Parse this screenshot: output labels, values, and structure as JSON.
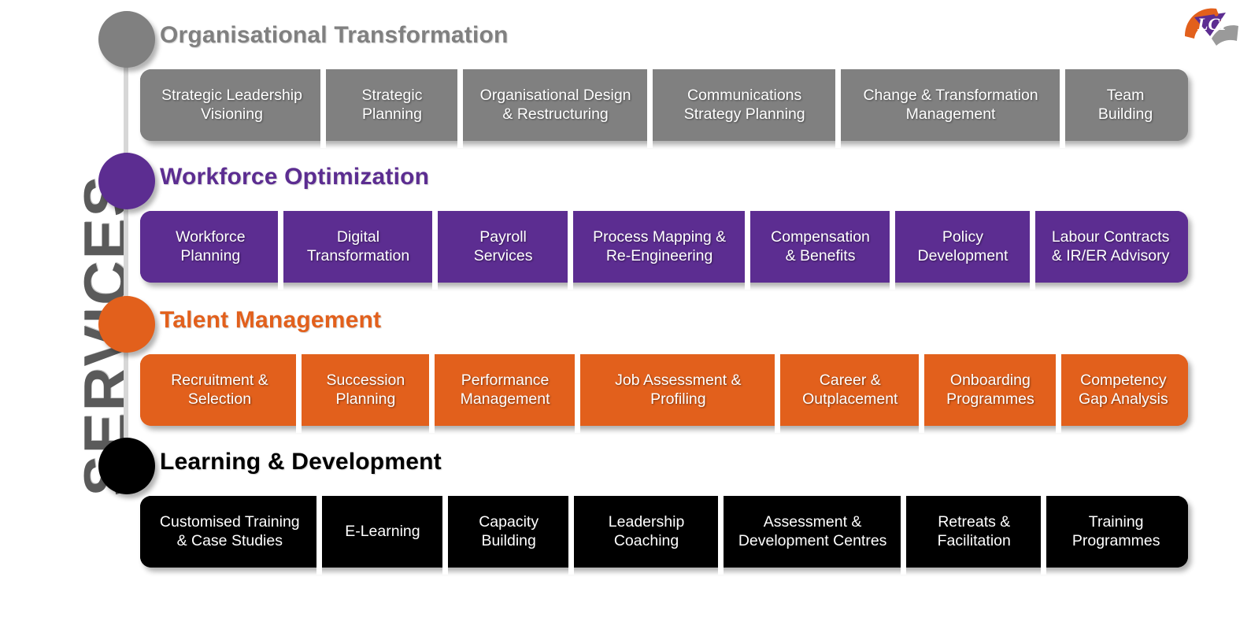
{
  "page": {
    "side_label": "SERVICES",
    "side_label_color": "#5a5a5a",
    "background": "#ffffff"
  },
  "logo": {
    "name": "lci-logo",
    "text": "LCI",
    "arc_orange": "#E2601C",
    "triangle_purple": "#5C2D91",
    "arc_gray": "#9a9a9a"
  },
  "rows": [
    {
      "heading": "Organisational Transformation",
      "color": "#808080",
      "heading_color": "#808080",
      "segments": [
        {
          "label": "Strategic Leadership\nVisioning",
          "flex": 234
        },
        {
          "label": "Strategic\nPlanning",
          "flex": 170
        },
        {
          "label": "Organisational Design\n& Restructuring",
          "flex": 243
        },
        {
          "label": "Communications\nStrategy Planning",
          "flex": 240
        },
        {
          "label": "Change & Transformation\nManagement",
          "flex": 290
        },
        {
          "label": "Team\nBuilding",
          "flex": 154
        }
      ]
    },
    {
      "heading": "Workforce Optimization",
      "color": "#5C2D91",
      "heading_color": "#5C2D91",
      "segments": [
        {
          "label": "Workforce\nPlanning",
          "flex": 180
        },
        {
          "label": "Digital\nTransformation",
          "flex": 200
        },
        {
          "label": "Payroll\nServices",
          "flex": 172
        },
        {
          "label": "Process Mapping &\nRe-Engineering",
          "flex": 232
        },
        {
          "label": "Compensation\n& Benefits",
          "flex": 185
        },
        {
          "label": "Policy\nDevelopment",
          "flex": 180
        },
        {
          "label": "Labour Contracts\n& IR/ER Advisory",
          "flex": 200
        }
      ]
    },
    {
      "heading": "Talent Management",
      "color": "#E2601C",
      "heading_color": "#E2601C",
      "segments": [
        {
          "label": "Recruitment &\nSelection",
          "flex": 203
        },
        {
          "label": "Succession\nPlanning",
          "flex": 167
        },
        {
          "label": "Performance\nManagement",
          "flex": 185
        },
        {
          "label": "Job Assessment &\nProfiling",
          "flex": 260
        },
        {
          "label": "Career &\nOutplacement",
          "flex": 182
        },
        {
          "label": "Onboarding\nProgrammes",
          "flex": 172
        },
        {
          "label": "Competency\nGap Analysis",
          "flex": 162
        }
      ]
    },
    {
      "heading": "Learning & Development",
      "color": "#000000",
      "heading_color": "#000000",
      "segments": [
        {
          "label": "Customised Training\n& Case Studies",
          "flex": 231
        },
        {
          "label": "E-Learning",
          "flex": 158
        },
        {
          "label": "Capacity\nBuilding",
          "flex": 157
        },
        {
          "label": "Leadership\nCoaching",
          "flex": 190
        },
        {
          "label": "Assessment &\nDevelopment Centres",
          "flex": 236
        },
        {
          "label": "Retreats &\nFacilitation",
          "flex": 177
        },
        {
          "label": "Training\nProgrammes",
          "flex": 182
        }
      ]
    }
  ]
}
